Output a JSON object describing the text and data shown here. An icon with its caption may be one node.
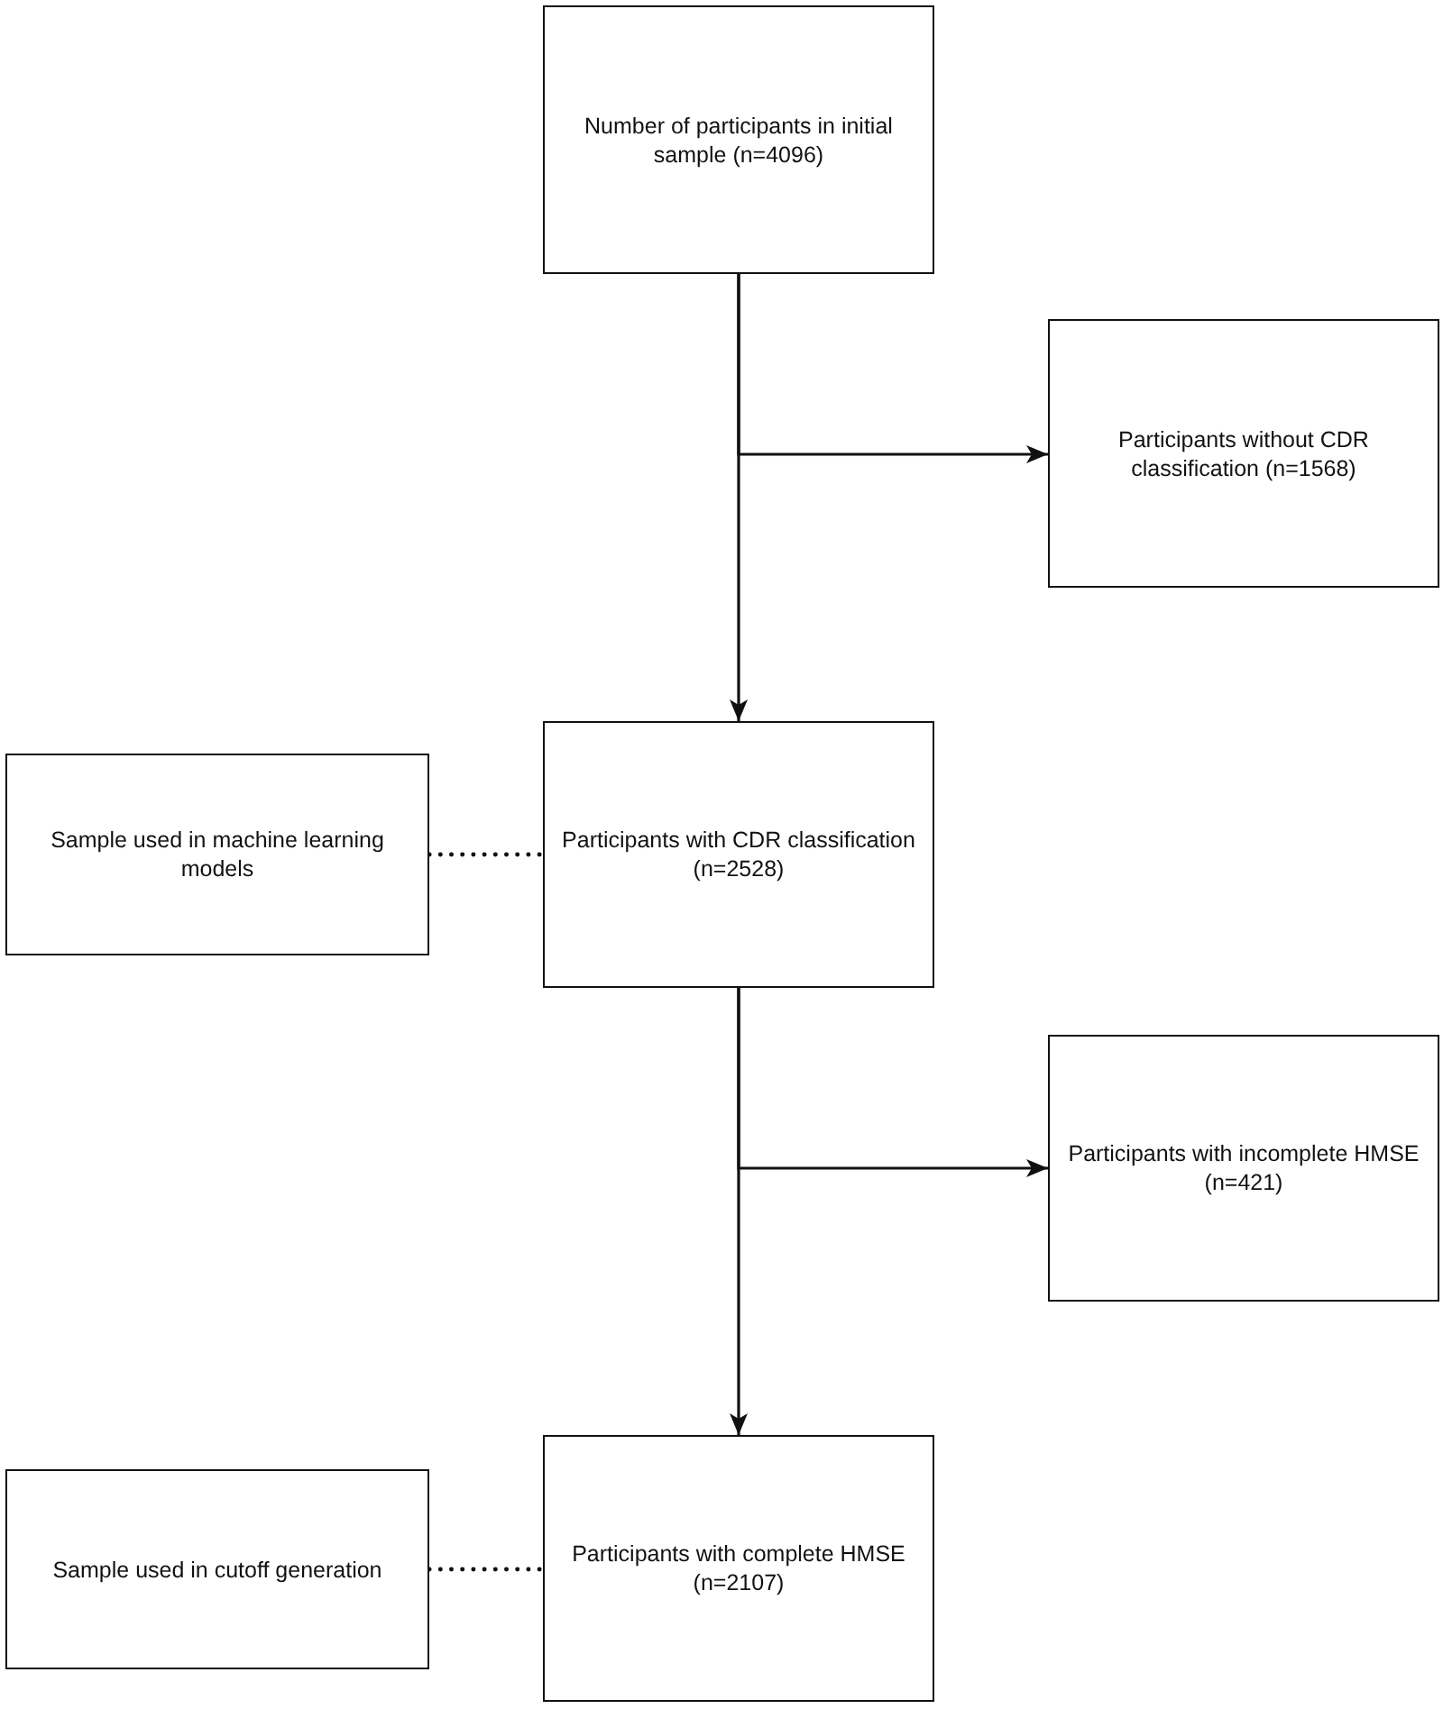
{
  "diagram": {
    "nodes": [
      {
        "text": [
          "Number of participants in initial sample (n=4096)"
        ]
      },
      {
        "text": [
          "Participants without CDR classification (n=1568)"
        ]
      },
      {
        "text": [
          "Sample used in machine learning models"
        ]
      },
      {
        "text": [
          "Participants with CDR classification (n=2528)"
        ]
      },
      {
        "text": [
          "Participants with incomplete HMSE (n=421)"
        ]
      },
      {
        "text": [
          "Sample used in cutoff generation"
        ]
      },
      {
        "text": [
          "Participants with complete HMSE (n=2107)"
        ]
      }
    ],
    "edges": [
      {
        "from": 0,
        "to": 3,
        "arrow": "to"
      },
      {
        "from": 0,
        "to": 1,
        "arrow": "to"
      },
      {
        "from": 2,
        "to": 3,
        "arrow": "none",
        "style": "dashed"
      },
      {
        "from": 3,
        "to": 6,
        "arrow": "to"
      },
      {
        "from": 3,
        "to": 4,
        "arrow": "to"
      },
      {
        "from": 5,
        "to": 6,
        "arrow": "none",
        "style": "dashed"
      }
    ]
  }
}
